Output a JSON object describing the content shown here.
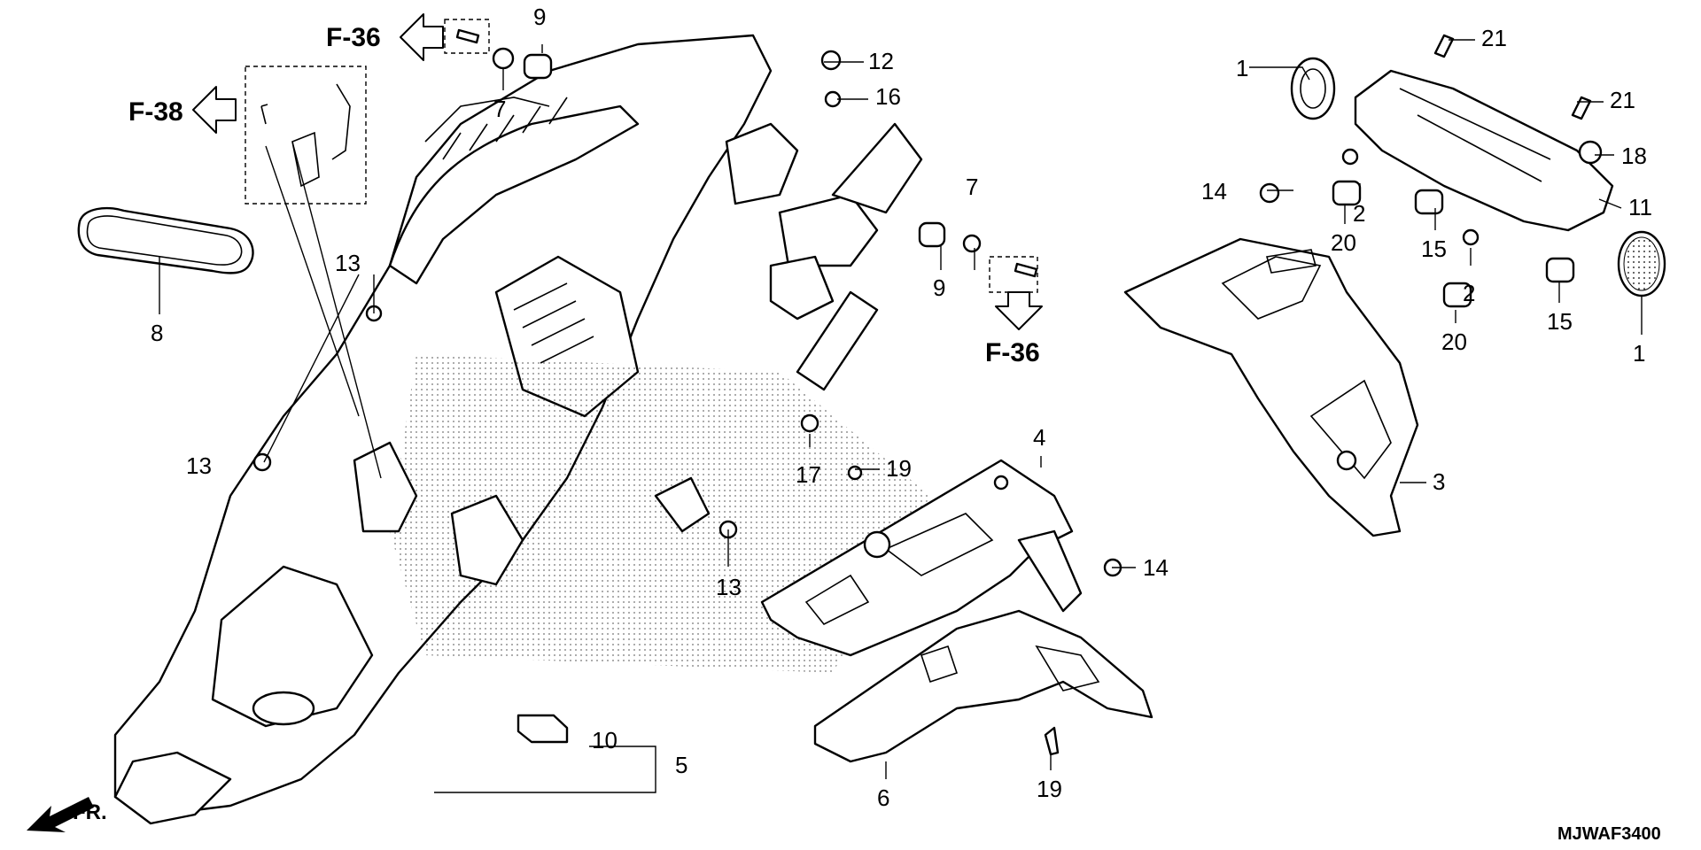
{
  "diagram": {
    "code": "MJWAF3400",
    "front_label": "FR.",
    "ref_labels": [
      "F-36",
      "F-38",
      "F-36"
    ],
    "callouts": [
      "1",
      "1",
      "2",
      "2",
      "3",
      "4",
      "5",
      "6",
      "7",
      "7",
      "8",
      "9",
      "9",
      "10",
      "11",
      "12",
      "13",
      "13",
      "13",
      "14",
      "14",
      "15",
      "15",
      "16",
      "17",
      "18",
      "19",
      "19",
      "20",
      "20",
      "21",
      "21"
    ]
  },
  "colors": {
    "ink": "#000000",
    "paper": "#ffffff"
  },
  "icons": {
    "front": "arrow-front-icon",
    "ref": "arrow-reference-icon"
  }
}
